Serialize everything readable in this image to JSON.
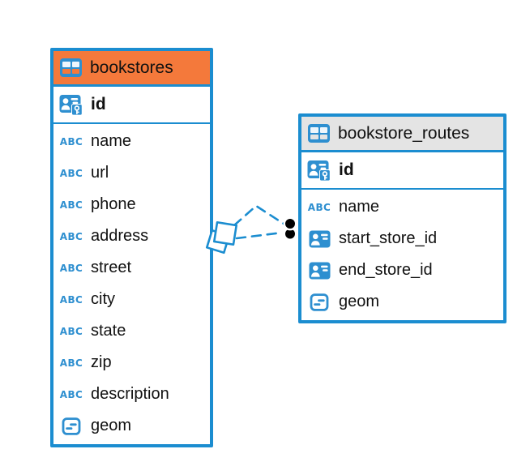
{
  "diagram": {
    "type": "entity-relationship",
    "tables": [
      {
        "title": "bookstores",
        "header_bg": "#f4793b",
        "primary_key": "id",
        "columns": [
          {
            "label": "name",
            "type": "text"
          },
          {
            "label": "url",
            "type": "text"
          },
          {
            "label": "phone",
            "type": "text"
          },
          {
            "label": "address",
            "type": "text"
          },
          {
            "label": "street",
            "type": "text"
          },
          {
            "label": "city",
            "type": "text"
          },
          {
            "label": "state",
            "type": "text"
          },
          {
            "label": "zip",
            "type": "text"
          },
          {
            "label": "description",
            "type": "text"
          },
          {
            "label": "geom",
            "type": "geometry"
          }
        ]
      },
      {
        "title": "bookstore_routes",
        "header_bg": "#e4e4e4",
        "primary_key": "id",
        "columns": [
          {
            "label": "name",
            "type": "text"
          },
          {
            "label": "start_store_id",
            "type": "reference"
          },
          {
            "label": "end_store_id",
            "type": "reference"
          },
          {
            "label": "geom",
            "type": "geometry"
          }
        ]
      }
    ],
    "relationships": [
      {
        "from": "bookstore_routes.start_store_id",
        "to": "bookstores"
      },
      {
        "from": "bookstore_routes.end_store_id",
        "to": "bookstores"
      }
    ],
    "colors": {
      "accent_blue": "#1b8dd0",
      "icon_blue": "#2e8fd0",
      "selected_header_orange": "#f4793b",
      "header_gray": "#e4e4e4",
      "text": "#111111",
      "background": "#ffffff",
      "endpoint_dot": "#000000"
    }
  }
}
